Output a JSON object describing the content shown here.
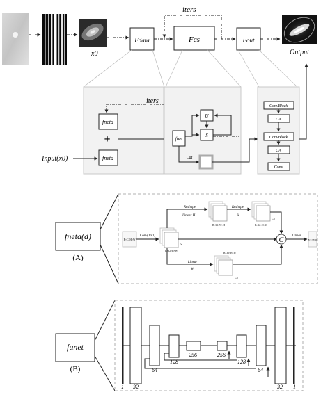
{
  "top": {
    "x0_label": "x0",
    "fdata_label": "Fdata",
    "fcs_label": "Fcs",
    "fout_label": "Fout",
    "iters_label": "iters",
    "output_label": "Output"
  },
  "detail": {
    "fnetd_label": "fnetd",
    "plus": "+",
    "fneta_label": "fneta",
    "input_label": "Input(x0)",
    "iters_label": "iters",
    "u_label": "U",
    "s_label": "S",
    "fnet_label": "fnet",
    "cat_label": "Cat",
    "blocks": [
      "ConvBlock",
      "CA",
      "ConvBlock",
      "CA",
      "Conv"
    ]
  },
  "panel_a": {
    "caption": "(A)",
    "main_label": "fneta(d)",
    "input_dim": "B×C×H×W",
    "conv_label": "Conv(1×1)",
    "conv_out_dim": "B×32×H×W",
    "reshape1": "Reshape",
    "linear_h": "Linear H",
    "dim_h": "B×32×W×H",
    "reshape2": "Reshape",
    "h_label": "H",
    "dim_r2": "B×32×H×W",
    "linear_w": "Linear",
    "w_label": "W",
    "dim_w": "B×32×H×W",
    "c_label": "C",
    "linear_out": "Linear",
    "out_dim": "B×C×H×W",
    "k1": "×2",
    "k2": "×2",
    "k3": "×2"
  },
  "panel_b": {
    "caption": "(B)",
    "main_label": "funet",
    "labels": [
      "1",
      "32",
      "64",
      "128",
      "256",
      "256",
      "128",
      "64",
      "32",
      "1"
    ]
  }
}
